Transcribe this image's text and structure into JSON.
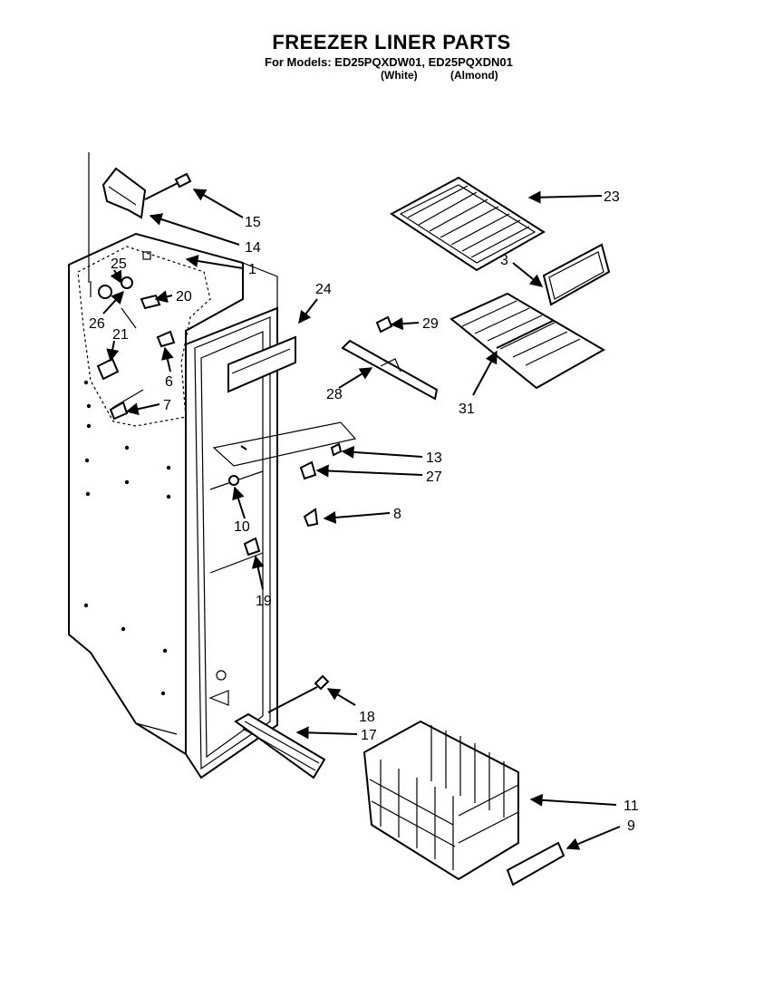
{
  "header": {
    "title": "FREEZER LINER PARTS",
    "models_line": "For Models: ED25PQXDW01, ED25PQXDN01",
    "variant_white": "(White)",
    "variant_almond": "(Almond)"
  },
  "callouts": {
    "c1": "1",
    "c3": "3",
    "c6": "6",
    "c7": "7",
    "c8": "8",
    "c9": "9",
    "c10": "10",
    "c11": "11",
    "c13": "13",
    "c14": "14",
    "c15": "15",
    "c17": "17",
    "c18": "18",
    "c19": "19",
    "c20": "20",
    "c21": "21",
    "c23": "23",
    "c24": "24",
    "c25": "25",
    "c26": "26",
    "c27": "27",
    "c28": "28",
    "c29": "29",
    "c31": "31"
  }
}
